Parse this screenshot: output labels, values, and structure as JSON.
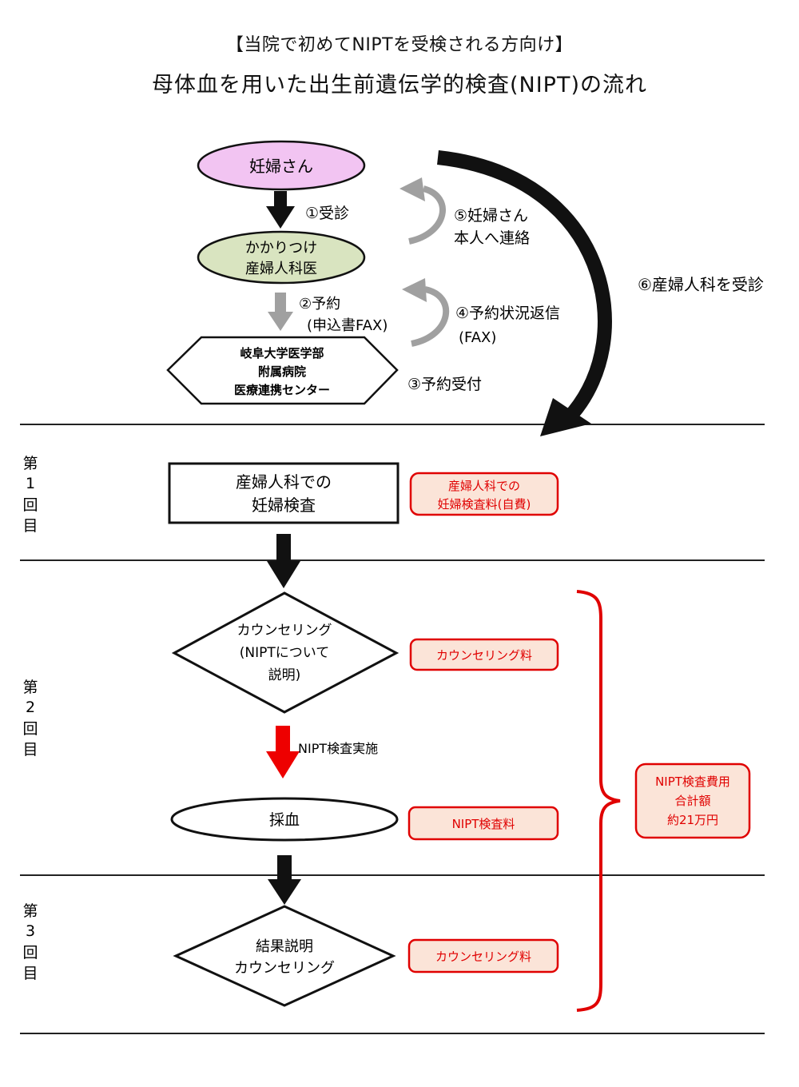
{
  "header": {
    "subtitle": "【当院で初めてNIPTを受検される方向け】",
    "title": "母体血を用いた出生前遺伝学的検査(NIPT)の流れ"
  },
  "nodes": {
    "pregnant_woman": "妊婦さん",
    "obgyn_line1": "かかりつけ",
    "obgyn_line2": "産婦人科医",
    "center_line1": "岐阜大学医学部",
    "center_line2": "附属病院",
    "center_line3": "医療連携センター",
    "exam_line1": "産婦人科での",
    "exam_line2": "妊婦検査",
    "counsel_line1": "カウンセリング",
    "counsel_line2": "(NIPTについて",
    "counsel_line3": "説明)",
    "blood_draw": "採血",
    "result_line1": "結果説明",
    "result_line2": "カウンセリング"
  },
  "steps": {
    "s1": "①受診",
    "s2_line1": "②予約",
    "s2_line2": "(申込書FAX)",
    "s3": "③予約受付",
    "s4_line1": "④予約状況返信",
    "s4_line2": "(FAX)",
    "s5_line1": "⑤妊婦さん",
    "s5_line2": "本人へ連絡",
    "s6": "⑥産婦人科を受診",
    "nipt": "NIPT検査実施"
  },
  "visits": {
    "v1": [
      "第",
      "1",
      "回",
      "目"
    ],
    "v2": [
      "第",
      "2",
      "回",
      "目"
    ],
    "v3": [
      "第",
      "3",
      "回",
      "目"
    ]
  },
  "fees": {
    "exam_line1": "産婦人科での",
    "exam_line2": "妊婦検査料(自費)",
    "counsel1": "カウンセリング料",
    "nipt": "NIPT検査料",
    "counsel2": "カウンセリング料",
    "total_line1": "NIPT検査費用",
    "total_line2": "合計額",
    "total_line3": "約21万円"
  },
  "colors": {
    "pink": "#f2c4f2",
    "green": "#d9e4c0",
    "fee_red": "#e00000",
    "fee_fill": "#fbe4d8",
    "gray_arrow": "#a0a0a0"
  }
}
